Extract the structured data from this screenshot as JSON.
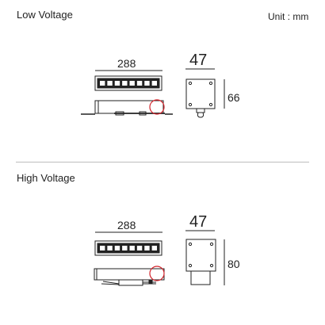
{
  "header": {
    "low_voltage_label": "Low Voltage",
    "unit_label": "Unit : mm",
    "high_voltage_label": "High Voltage"
  },
  "low_voltage": {
    "length": "288",
    "width": "47",
    "height": "66",
    "led_count": 8
  },
  "high_voltage": {
    "length": "288",
    "width": "47",
    "height": "80",
    "led_count": 8
  },
  "colors": {
    "line": "#222222",
    "highlight_circle": "#d2222a",
    "divider": "#bdbdbd"
  }
}
